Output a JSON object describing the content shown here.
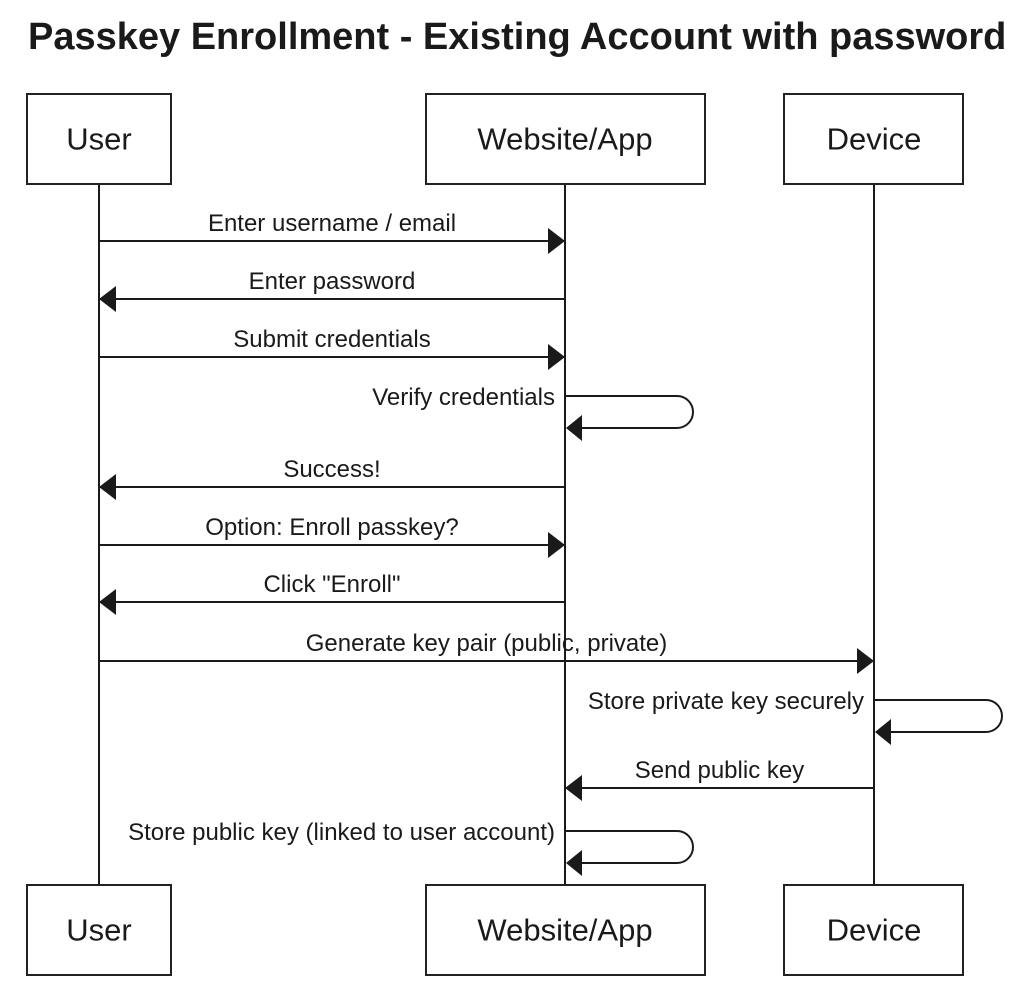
{
  "diagram": {
    "title": "Passkey Enrollment - Existing Account with password",
    "type": "sequence",
    "actors": [
      {
        "id": "user",
        "label": "User"
      },
      {
        "id": "website",
        "label": "Website/App"
      },
      {
        "id": "device",
        "label": "Device"
      }
    ],
    "messages": [
      {
        "from": "user",
        "to": "website",
        "label": "Enter username / email"
      },
      {
        "from": "website",
        "to": "user",
        "label": "Enter password"
      },
      {
        "from": "user",
        "to": "website",
        "label": "Submit credentials"
      },
      {
        "from": "website",
        "to": "website",
        "label": "Verify credentials"
      },
      {
        "from": "website",
        "to": "user",
        "label": "Success!"
      },
      {
        "from": "user",
        "to": "website",
        "label": "Option: Enroll passkey?"
      },
      {
        "from": "website",
        "to": "user",
        "label": "Click \"Enroll\""
      },
      {
        "from": "user",
        "to": "device",
        "label": "Generate key pair (public, private)"
      },
      {
        "from": "device",
        "to": "device",
        "label": "Store private key securely"
      },
      {
        "from": "device",
        "to": "website",
        "label": "Send public key"
      },
      {
        "from": "website",
        "to": "website",
        "label": "Store public key (linked to user account)"
      }
    ],
    "colors": {
      "line": "#1a1a1a",
      "text": "#1a1a1a",
      "background": "#ffffff",
      "box_fill": "#ffffff",
      "box_border": "#222222"
    }
  }
}
